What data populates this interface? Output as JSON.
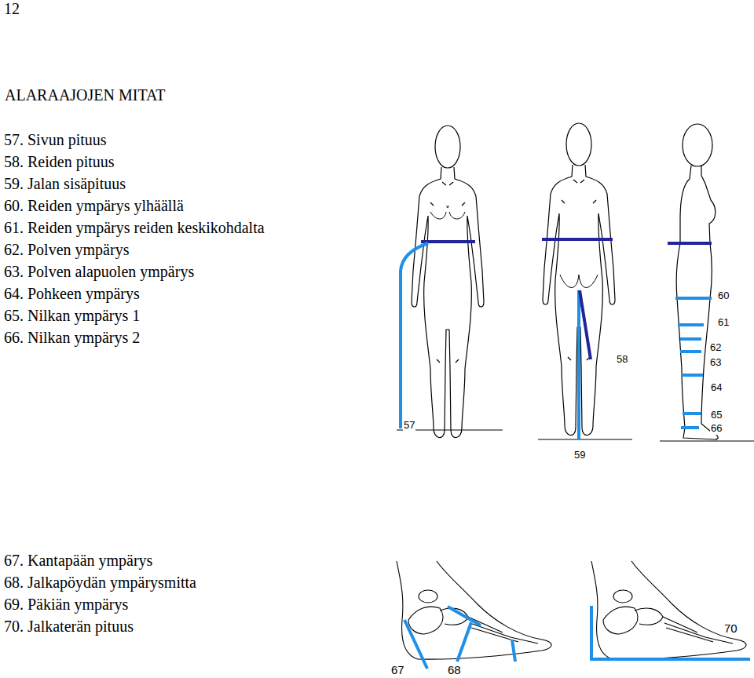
{
  "diagram": {
    "title": "ALARAAJOJEN MITAT",
    "labels": [
      "12",
      "57. Sivun pituus",
      "58. Reiden pituus",
      "59. Jalan sisäpituus",
      "60. Reiden ympärys ylhäällä",
      "61. Reiden ympärys reiden keskikohdalta",
      "62. Polven ympärys",
      "63. Polven alapuolen ympärys",
      "64. Pohkeen ympärys",
      "65. Nilkan ympärys 1",
      "66. Nilkan ympärys 2",
      "60",
      "61",
      "62",
      "63",
      "64",
      "65",
      "66",
      "57",
      "58",
      "59",
      "67. Kantapään ympärys",
      "68. Jalkapöydän ympärysmitta",
      "69. Päkiän ympärys",
      "70. Jalkaterän pituus",
      "70",
      "67",
      "68"
    ]
  }
}
